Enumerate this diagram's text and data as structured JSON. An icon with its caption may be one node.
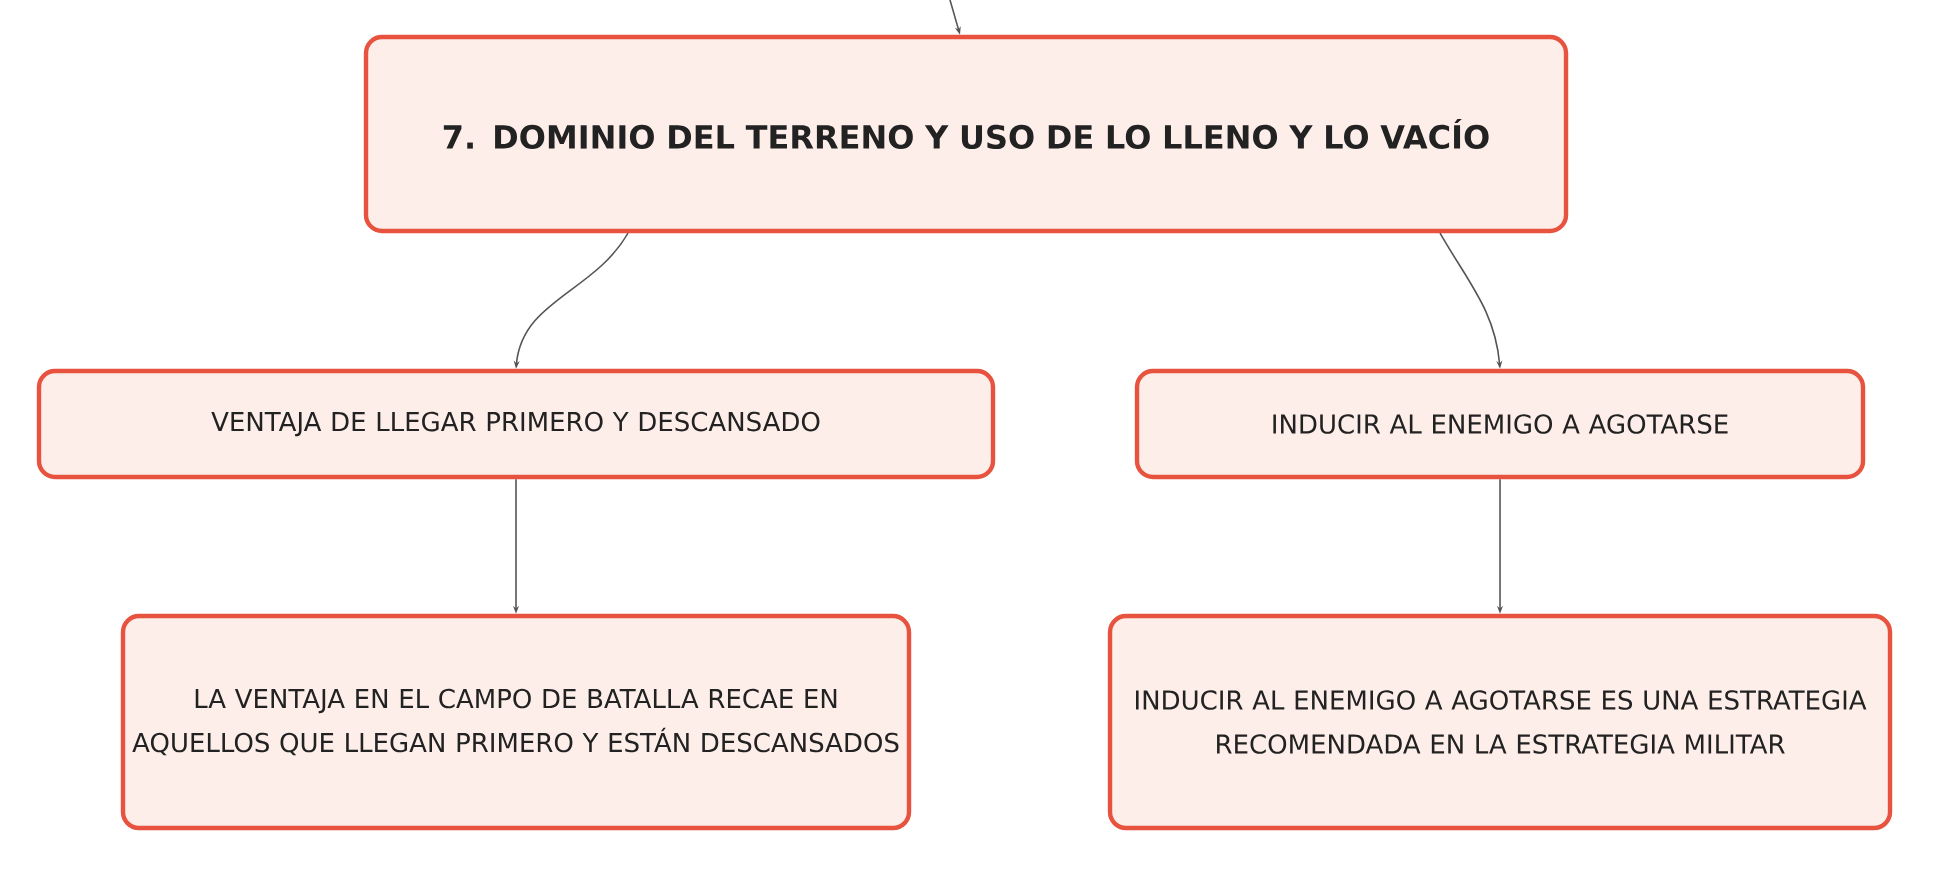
{
  "diagram": {
    "nodes": [
      {
        "text": [
          "7. DOMINIO DEL TERRENO Y USO DE LO LLENO Y LO VACÍO"
        ]
      },
      {
        "text": [
          "VENTAJA DE LLEGAR PRIMERO Y DESCANSADO"
        ]
      },
      {
        "text": [
          "INDUCIR AL ENEMIGO A AGOTARSE"
        ]
      },
      {
        "text": [
          "LA VENTAJA EN EL CAMPO DE BATALLA RECAE EN AQUELLOS QUE LLEGAN PRIMERO Y ESTÁN DESCANSADOS"
        ]
      },
      {
        "text": [
          "INDUCIR AL ENEMIGO A AGOTARSE ES UNA ESTRATEGIA RECOMENDADA EN LA ESTRATEGIA MILITAR"
        ]
      }
    ],
    "edges": [
      {
        "from": null,
        "to": 0,
        "arrow": "to"
      },
      {
        "from": 0,
        "to": 1,
        "arrow": "to"
      },
      {
        "from": 0,
        "to": 2,
        "arrow": "to"
      },
      {
        "from": 1,
        "to": 3,
        "arrow": "to"
      },
      {
        "from": 2,
        "to": 4,
        "arrow": "to"
      }
    ]
  }
}
